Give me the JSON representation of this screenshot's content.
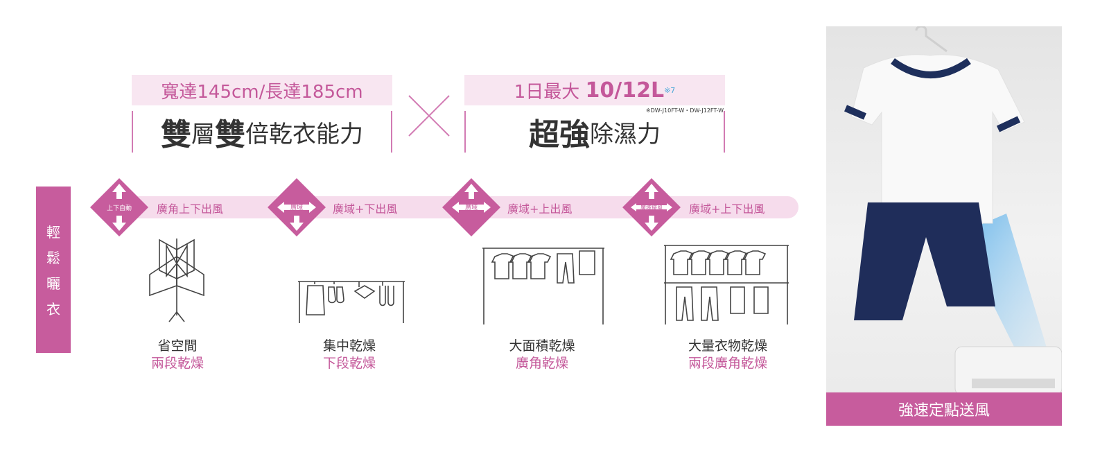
{
  "feature_left": {
    "top_text": "寬達145cm/長達185cm",
    "main_bold_1": "雙",
    "main_light_1": "層",
    "main_bold_2": "雙",
    "main_light_2": "倍乾衣能力"
  },
  "feature_right": {
    "top_prefix": "1日最大 ",
    "top_value": "10/12L",
    "top_note": "※7",
    "model_note": "※DW-J10FT-W・DW-J12FT-W",
    "main_bold": "超強",
    "main_light": "除濕力"
  },
  "side_label": {
    "chars": [
      "輕",
      "鬆",
      "曬",
      "衣"
    ]
  },
  "modes": [
    {
      "badge": "上下自動",
      "label": "廣角上下出風",
      "cap_main": "省空間",
      "cap_sub": "兩段乾燥"
    },
    {
      "badge": "廣域",
      "label": "廣域+下出風",
      "cap_main": "集中乾燥",
      "cap_sub": "下段乾燥"
    },
    {
      "badge": "廣域",
      "label": "廣域+上出風",
      "cap_main": "大面積乾燥",
      "cap_sub": "廣角乾燥"
    },
    {
      "badge": "廣域擺風",
      "label": "廣域+上下出風",
      "cap_main": "大量衣物乾燥",
      "cap_sub": "兩段廣角乾燥"
    }
  ],
  "photo": {
    "caption": "強速定點送風"
  },
  "colors": {
    "accent": "#c75c9d",
    "accent_light": "#f8e6f1",
    "text": "#333333",
    "sup_blue": "#48a8d8",
    "navy": "#1e2f5c"
  },
  "icons": [
    "cross-icon",
    "arrow-up-down-icon",
    "arrow-down-icon",
    "arrow-up-icon",
    "clothes-rack-icon",
    "tshirt-icon",
    "pants-icon",
    "towel-icon",
    "socks-icon"
  ]
}
